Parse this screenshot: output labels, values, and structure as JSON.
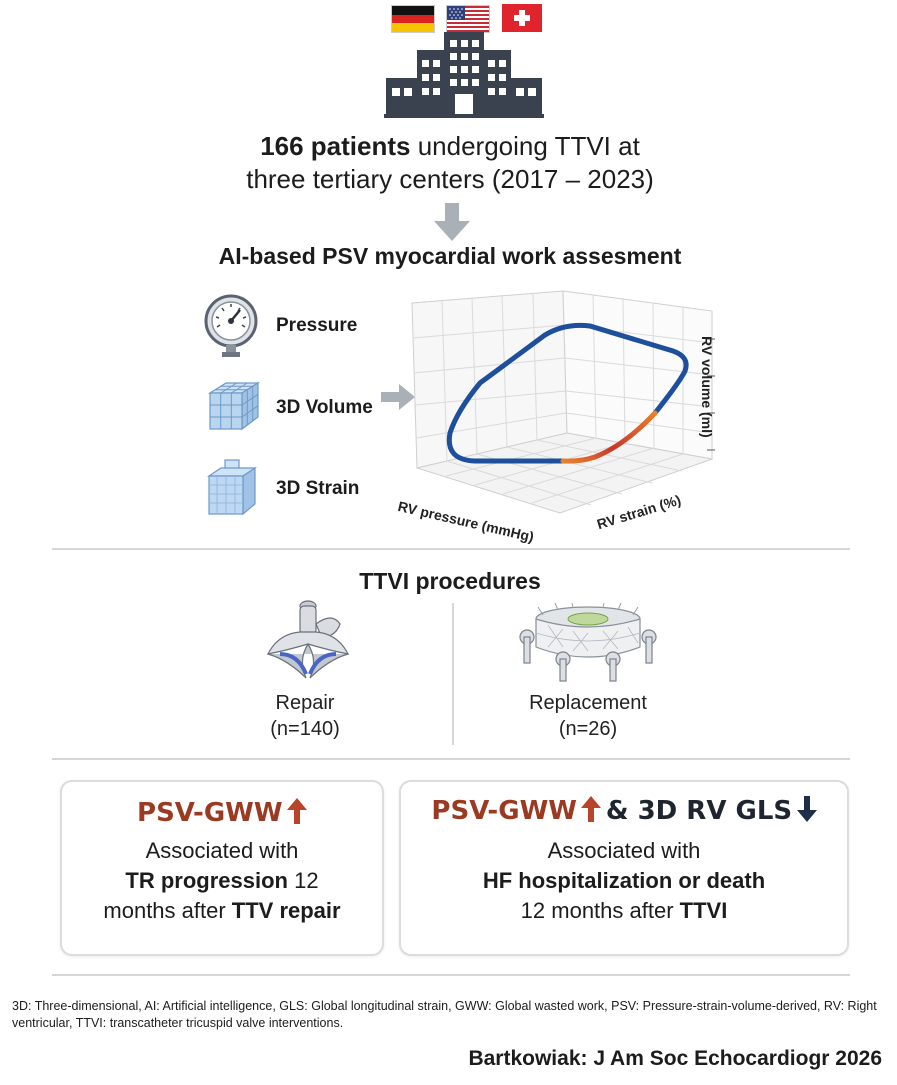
{
  "header": {
    "flags": [
      "germany-flag",
      "usa-flag",
      "switzerland-flag"
    ],
    "patients_bold": "166 patients",
    "patients_rest": " undergoing TTVI at",
    "line2": "three tertiary centers (2017 – 2023)"
  },
  "ai_section": {
    "title": "AI-based PSV myocardial work assesment",
    "inputs": [
      {
        "label": "Pressure",
        "icon": "pressure-gauge-icon"
      },
      {
        "label": "3D Volume",
        "icon": "volume-cube-icon"
      },
      {
        "label": "3D Strain",
        "icon": "strain-block-icon"
      }
    ],
    "axes": {
      "x": "RV pressure (mmHg)",
      "y": "RV strain (%)",
      "z": "RV volume (ml)"
    }
  },
  "procedures": {
    "title": "TTVI procedures",
    "items": [
      {
        "label": "Repair",
        "count": "(n=140)",
        "icon": "repair-device-icon"
      },
      {
        "label": "Replacement",
        "count": "(n=26)",
        "icon": "replacement-valve-icon"
      }
    ]
  },
  "results": {
    "card1": {
      "heading": "PSV-GWW",
      "line1": "Associated with",
      "line2_bold": "TR progression",
      "line2_rest": " 12",
      "line3_rest": "months after ",
      "line3_bold": "TTV repair"
    },
    "card2": {
      "heading_a": "PSV-GWW",
      "heading_b": "& 3D RV GLS",
      "line1": "Associated with",
      "line2_bold": "HF hospitalization or death",
      "line3_rest": "12 months after ",
      "line3_bold": "TTVI"
    }
  },
  "footnote": "3D: Three-dimensional, AI: Artificial intelligence, GLS: Global longitudinal strain, GWW: Global wasted work, PSV: Pressure-strain-volume-derived, RV: Right ventricular, TTVI: transcatheter tricuspid valve interventions.",
  "citation": "Bartkowiak: J Am Soc Echocardiogr 2026",
  "colors": {
    "loop_blue": "#1d4f9c",
    "loop_orange": "#e8812e",
    "loop_red": "#c8382a",
    "up_arrow": "#b8452a",
    "down_arrow": "#1f2f4a"
  }
}
